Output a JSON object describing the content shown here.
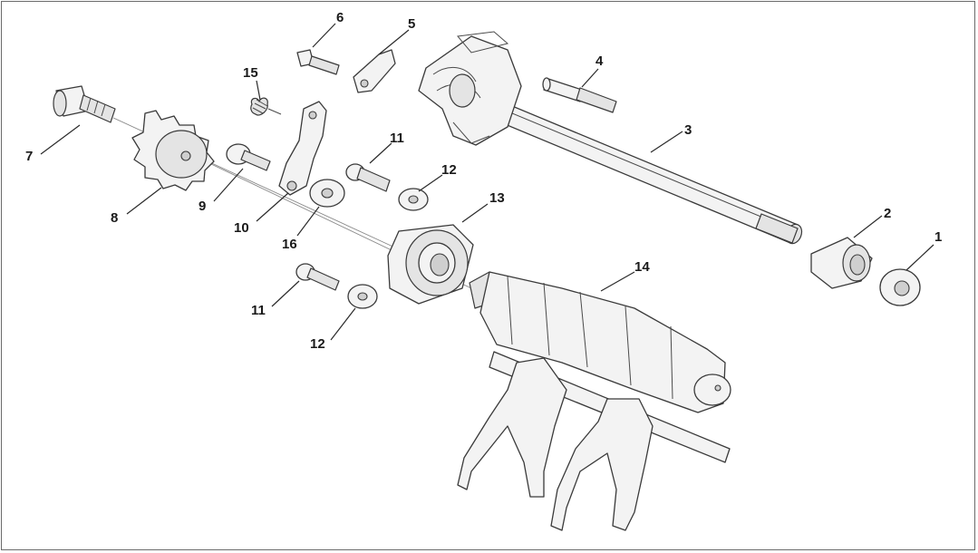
{
  "diagram": {
    "callouts": [
      {
        "id": "1",
        "text": "1"
      },
      {
        "id": "2",
        "text": "2"
      },
      {
        "id": "3",
        "text": "3"
      },
      {
        "id": "4",
        "text": "4"
      },
      {
        "id": "5",
        "text": "5"
      },
      {
        "id": "6",
        "text": "6"
      },
      {
        "id": "7",
        "text": "7"
      },
      {
        "id": "8",
        "text": "8"
      },
      {
        "id": "9",
        "text": "9"
      },
      {
        "id": "10",
        "text": "10"
      },
      {
        "id": "11a",
        "text": "11"
      },
      {
        "id": "11b",
        "text": "11"
      },
      {
        "id": "12a",
        "text": "12"
      },
      {
        "id": "12b",
        "text": "12"
      },
      {
        "id": "13",
        "text": "13"
      },
      {
        "id": "14",
        "text": "14"
      },
      {
        "id": "15",
        "text": "15"
      },
      {
        "id": "16",
        "text": "16"
      }
    ]
  }
}
